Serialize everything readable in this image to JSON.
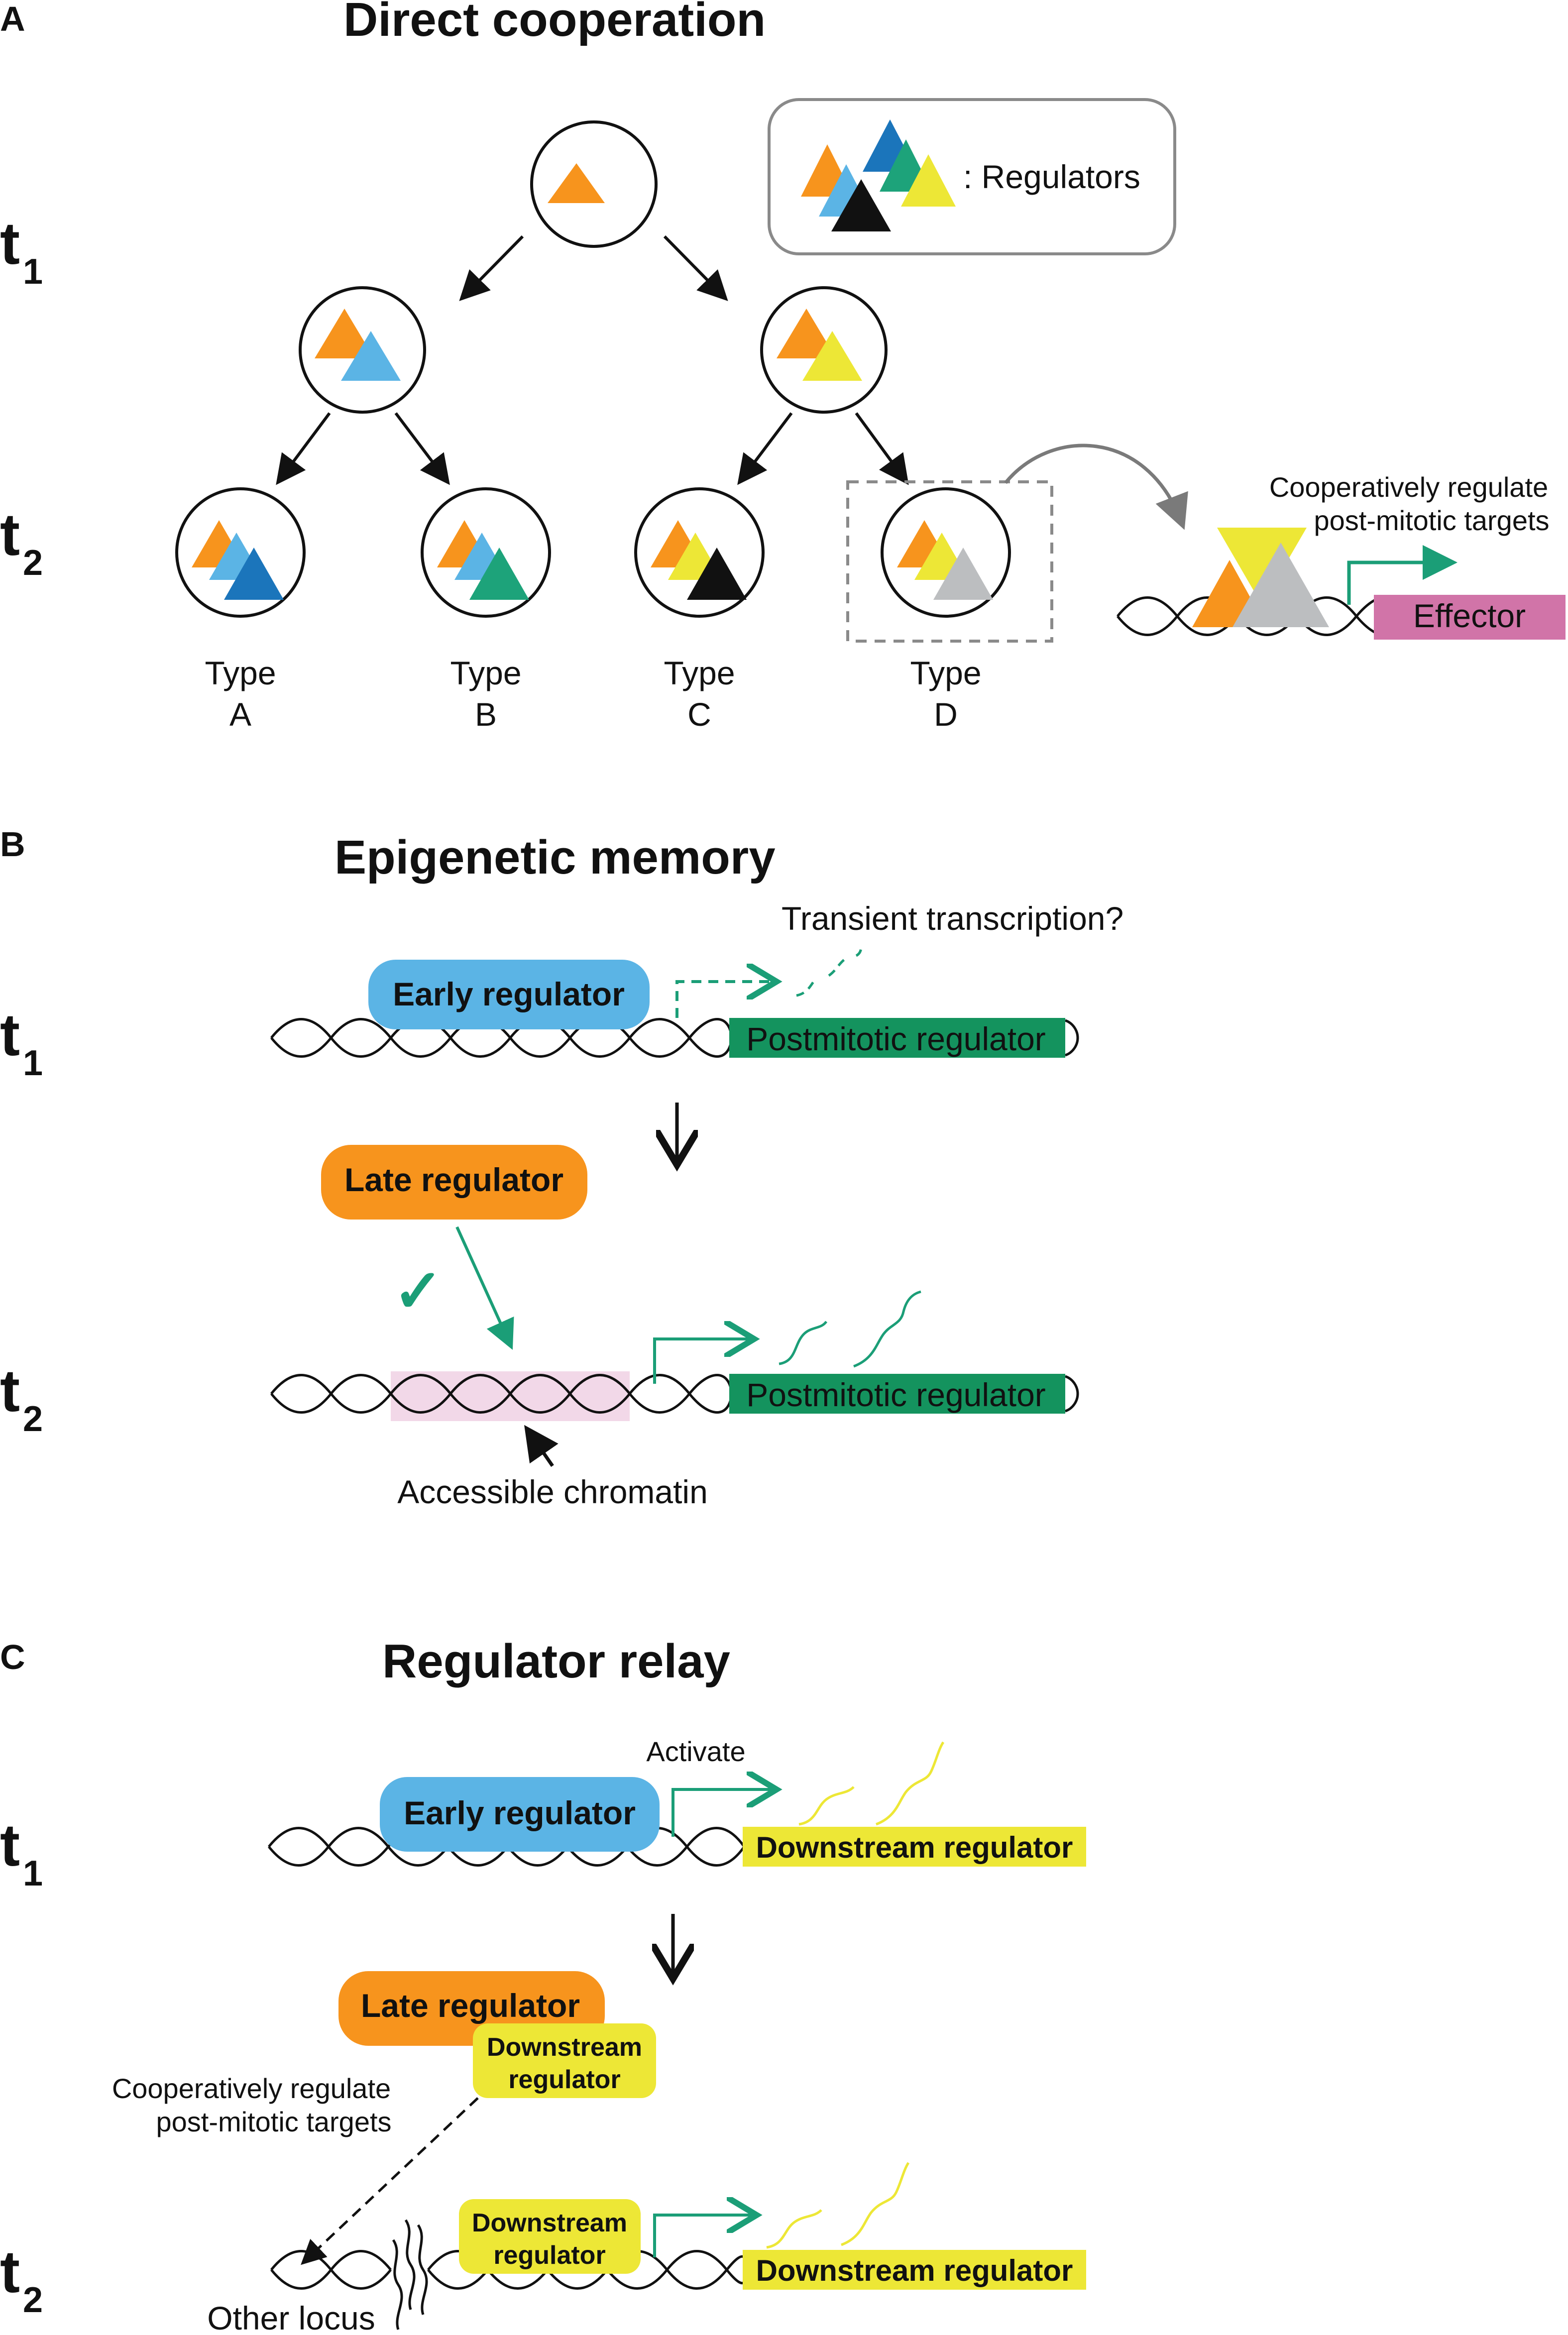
{
  "panels": {
    "a": {
      "letter": "A",
      "title": "Direct cooperation",
      "t1": {
        "t": "t",
        "sub": "1"
      },
      "t2": {
        "t": "t",
        "sub": "2"
      },
      "legend": ": Regulators",
      "types": [
        {
          "line1": "Type",
          "line2": "A"
        },
        {
          "line1": "Type",
          "line2": "B"
        },
        {
          "line1": "Type",
          "line2": "C"
        },
        {
          "line1": "Type",
          "line2": "D"
        }
      ],
      "note_line1": "Cooperatively regulate",
      "note_line2": "post-mitotic targets",
      "effector": "Effector"
    },
    "b": {
      "letter": "B",
      "title": "Epigenetic memory",
      "t1": {
        "t": "t",
        "sub": "1"
      },
      "t2": {
        "t": "t",
        "sub": "2"
      },
      "early": "Early regulator",
      "late": "Late regulator",
      "transient": "Transient transcription?",
      "postmitotic": "Postmitotic regulator",
      "checkmark": "✓",
      "accessible": "Accessible chromatin"
    },
    "c": {
      "letter": "C",
      "title": "Regulator relay",
      "t1": {
        "t": "t",
        "sub": "1"
      },
      "t2": {
        "t": "t",
        "sub": "2"
      },
      "activate": "Activate",
      "early": "Early regulator",
      "downstream": "Downstream regulator",
      "late": "Late regulator",
      "downstream_small_1": "Downstream",
      "downstream_small_2": "regulator",
      "note_line1": "Cooperatively regulate",
      "note_line2": "post-mitotic targets",
      "other_locus": "Other locus"
    }
  },
  "colors": {
    "orange": "#F7941D",
    "light_blue": "#5BB4E5",
    "dark_blue": "#1B75BB",
    "green": "#1DA37A",
    "yellow": "#EDE736",
    "black": "#111111",
    "gray": "#BCBEC0",
    "teal": "#1B9E77",
    "pink": "#D174A8",
    "pink_light": "#F2D8E8",
    "early_blue": "#5BB4E5",
    "dark_green": "#14935E"
  }
}
